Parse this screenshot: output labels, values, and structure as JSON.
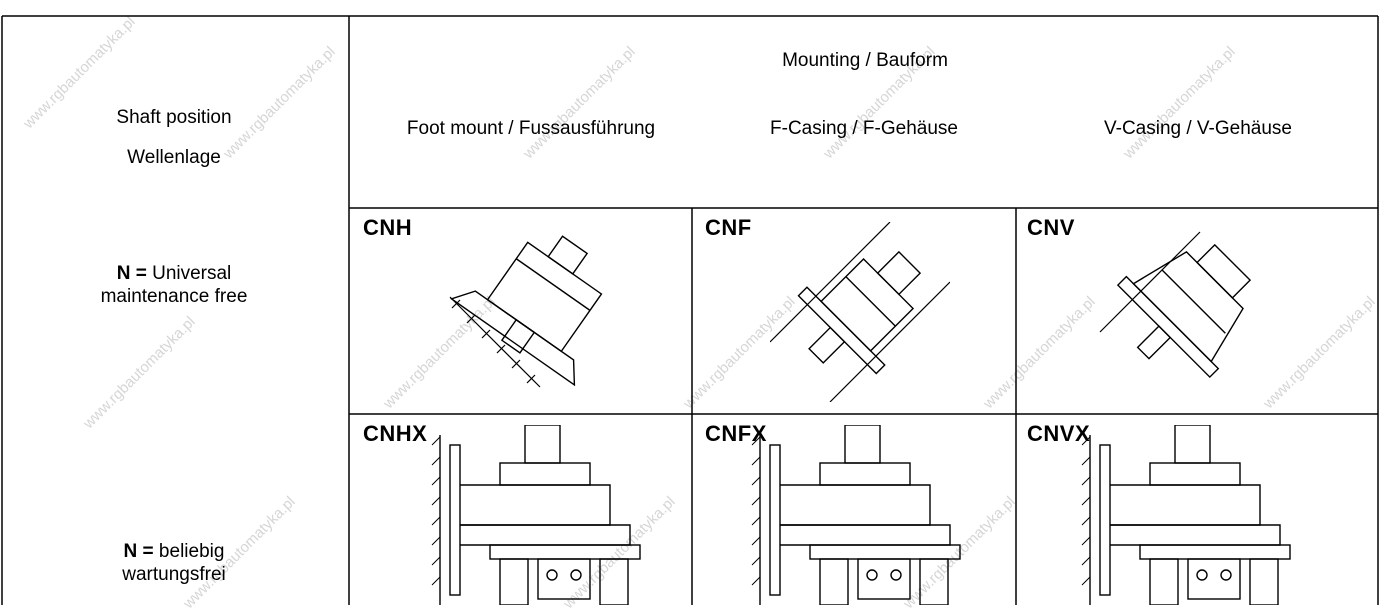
{
  "header": {
    "shaft_position_en": "Shaft position",
    "shaft_position_de": "Wellenlage",
    "mounting_title": "Mounting / Bauform",
    "mount_types": [
      "Foot mount / Fussausführung",
      "F-Casing / F-Gehäuse",
      "V-Casing / V-Gehäuse"
    ]
  },
  "rows": [
    {
      "label_prefix": "N =",
      "label_line1": " Universal",
      "label_line2": "maintenance free",
      "codes": [
        "CNH",
        "CNF",
        "CNV"
      ]
    },
    {
      "label_prefix": "N =",
      "label_line1": " beliebig",
      "label_line2": "wartungsfrei",
      "codes": [
        "CNHX",
        "CNFX",
        "CNVX"
      ]
    }
  ],
  "watermark": "www.rgbautomatyka.pl",
  "colors": {
    "line": "#000000",
    "watermark": "#d6d6d6"
  }
}
